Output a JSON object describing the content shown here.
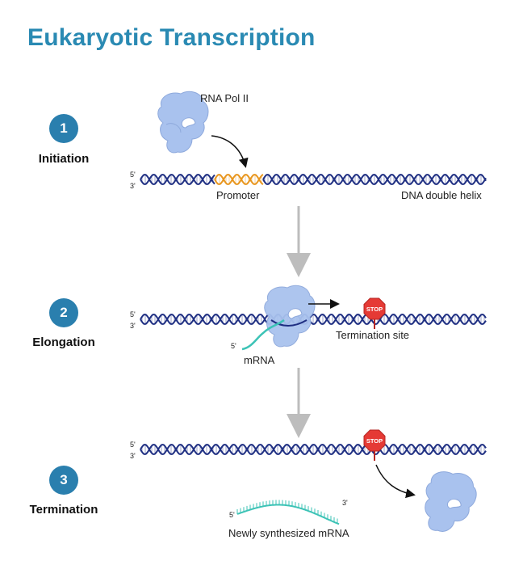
{
  "title": "Eukaryotic Transcription",
  "steps": [
    {
      "number": "1",
      "label": "Initiation"
    },
    {
      "number": "2",
      "label": "Elongation"
    },
    {
      "number": "3",
      "label": "Termination"
    }
  ],
  "labels": {
    "rna_pol": "RNA Pol II",
    "promoter": "Promoter",
    "dna_helix": "DNA double helix",
    "termination_site": "Termination site",
    "mrna": "mRNA",
    "new_mrna": "Newly synthesized mRNA",
    "five_prime": "5'",
    "three_prime": "3'",
    "stop": "STOP"
  },
  "colors": {
    "title": "#2a8ab3",
    "step_circle": "#2a7fae",
    "dna": "#1f2f82",
    "promoter": "#e8961e",
    "mrna": "#3cc3b6",
    "polymerase": "#a9c2ee",
    "stop_sign": "#e53a35",
    "flow_arrow": "#bdbdbd"
  }
}
